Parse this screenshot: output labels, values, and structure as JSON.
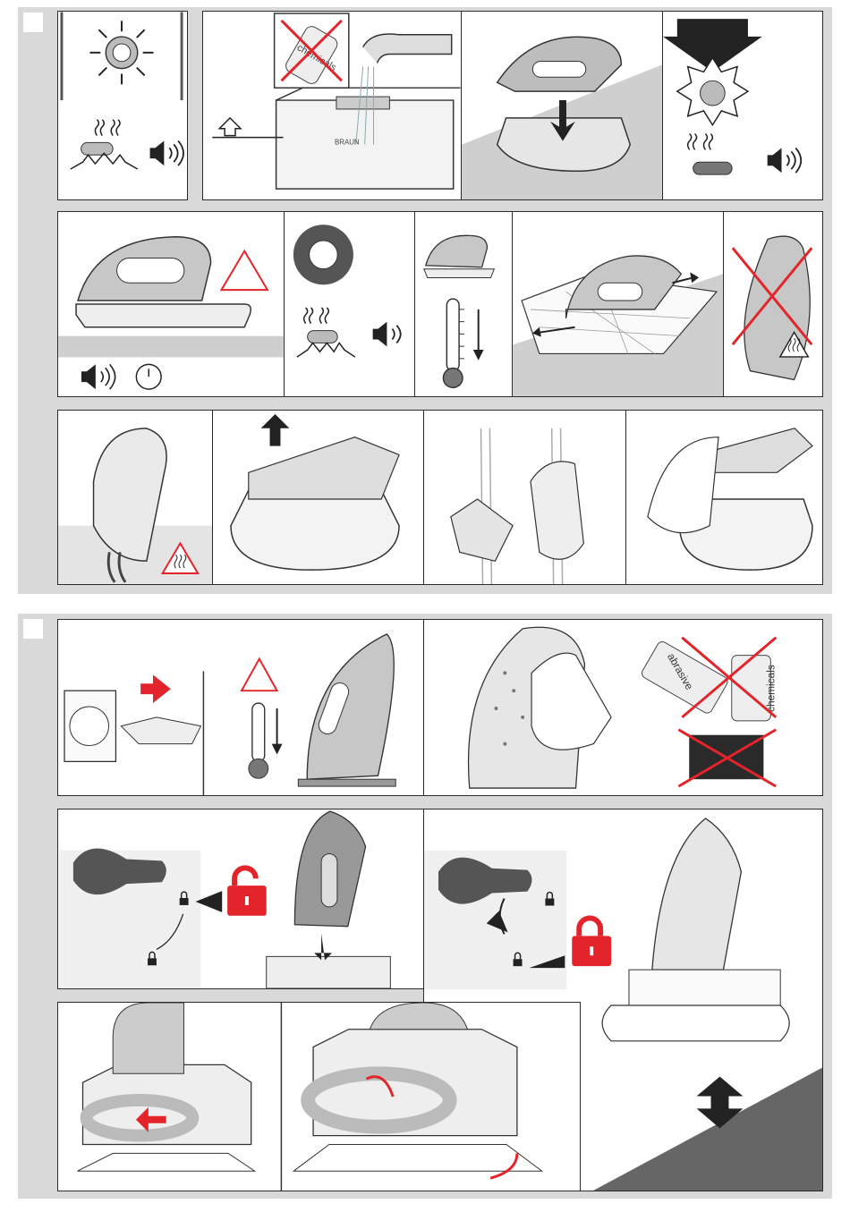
{
  "labels": {
    "chemicals": "chemicals",
    "abrasive": "abrasive",
    "brand": "BRAUN"
  },
  "colors": {
    "accent_red": "#e3242b",
    "panel_gray": "#d9d9d9",
    "illustration_gray": "#8c8c8c",
    "dark_gray": "#5a5a5a"
  },
  "icons": [
    "sun-light-icon",
    "steam-icon",
    "speaker-icon",
    "warning-triangle-icon",
    "clock-icon",
    "thermometer-icon",
    "hot-surface-icon",
    "padlock-icon",
    "arrow-icon",
    "socket-plug-icon"
  ]
}
